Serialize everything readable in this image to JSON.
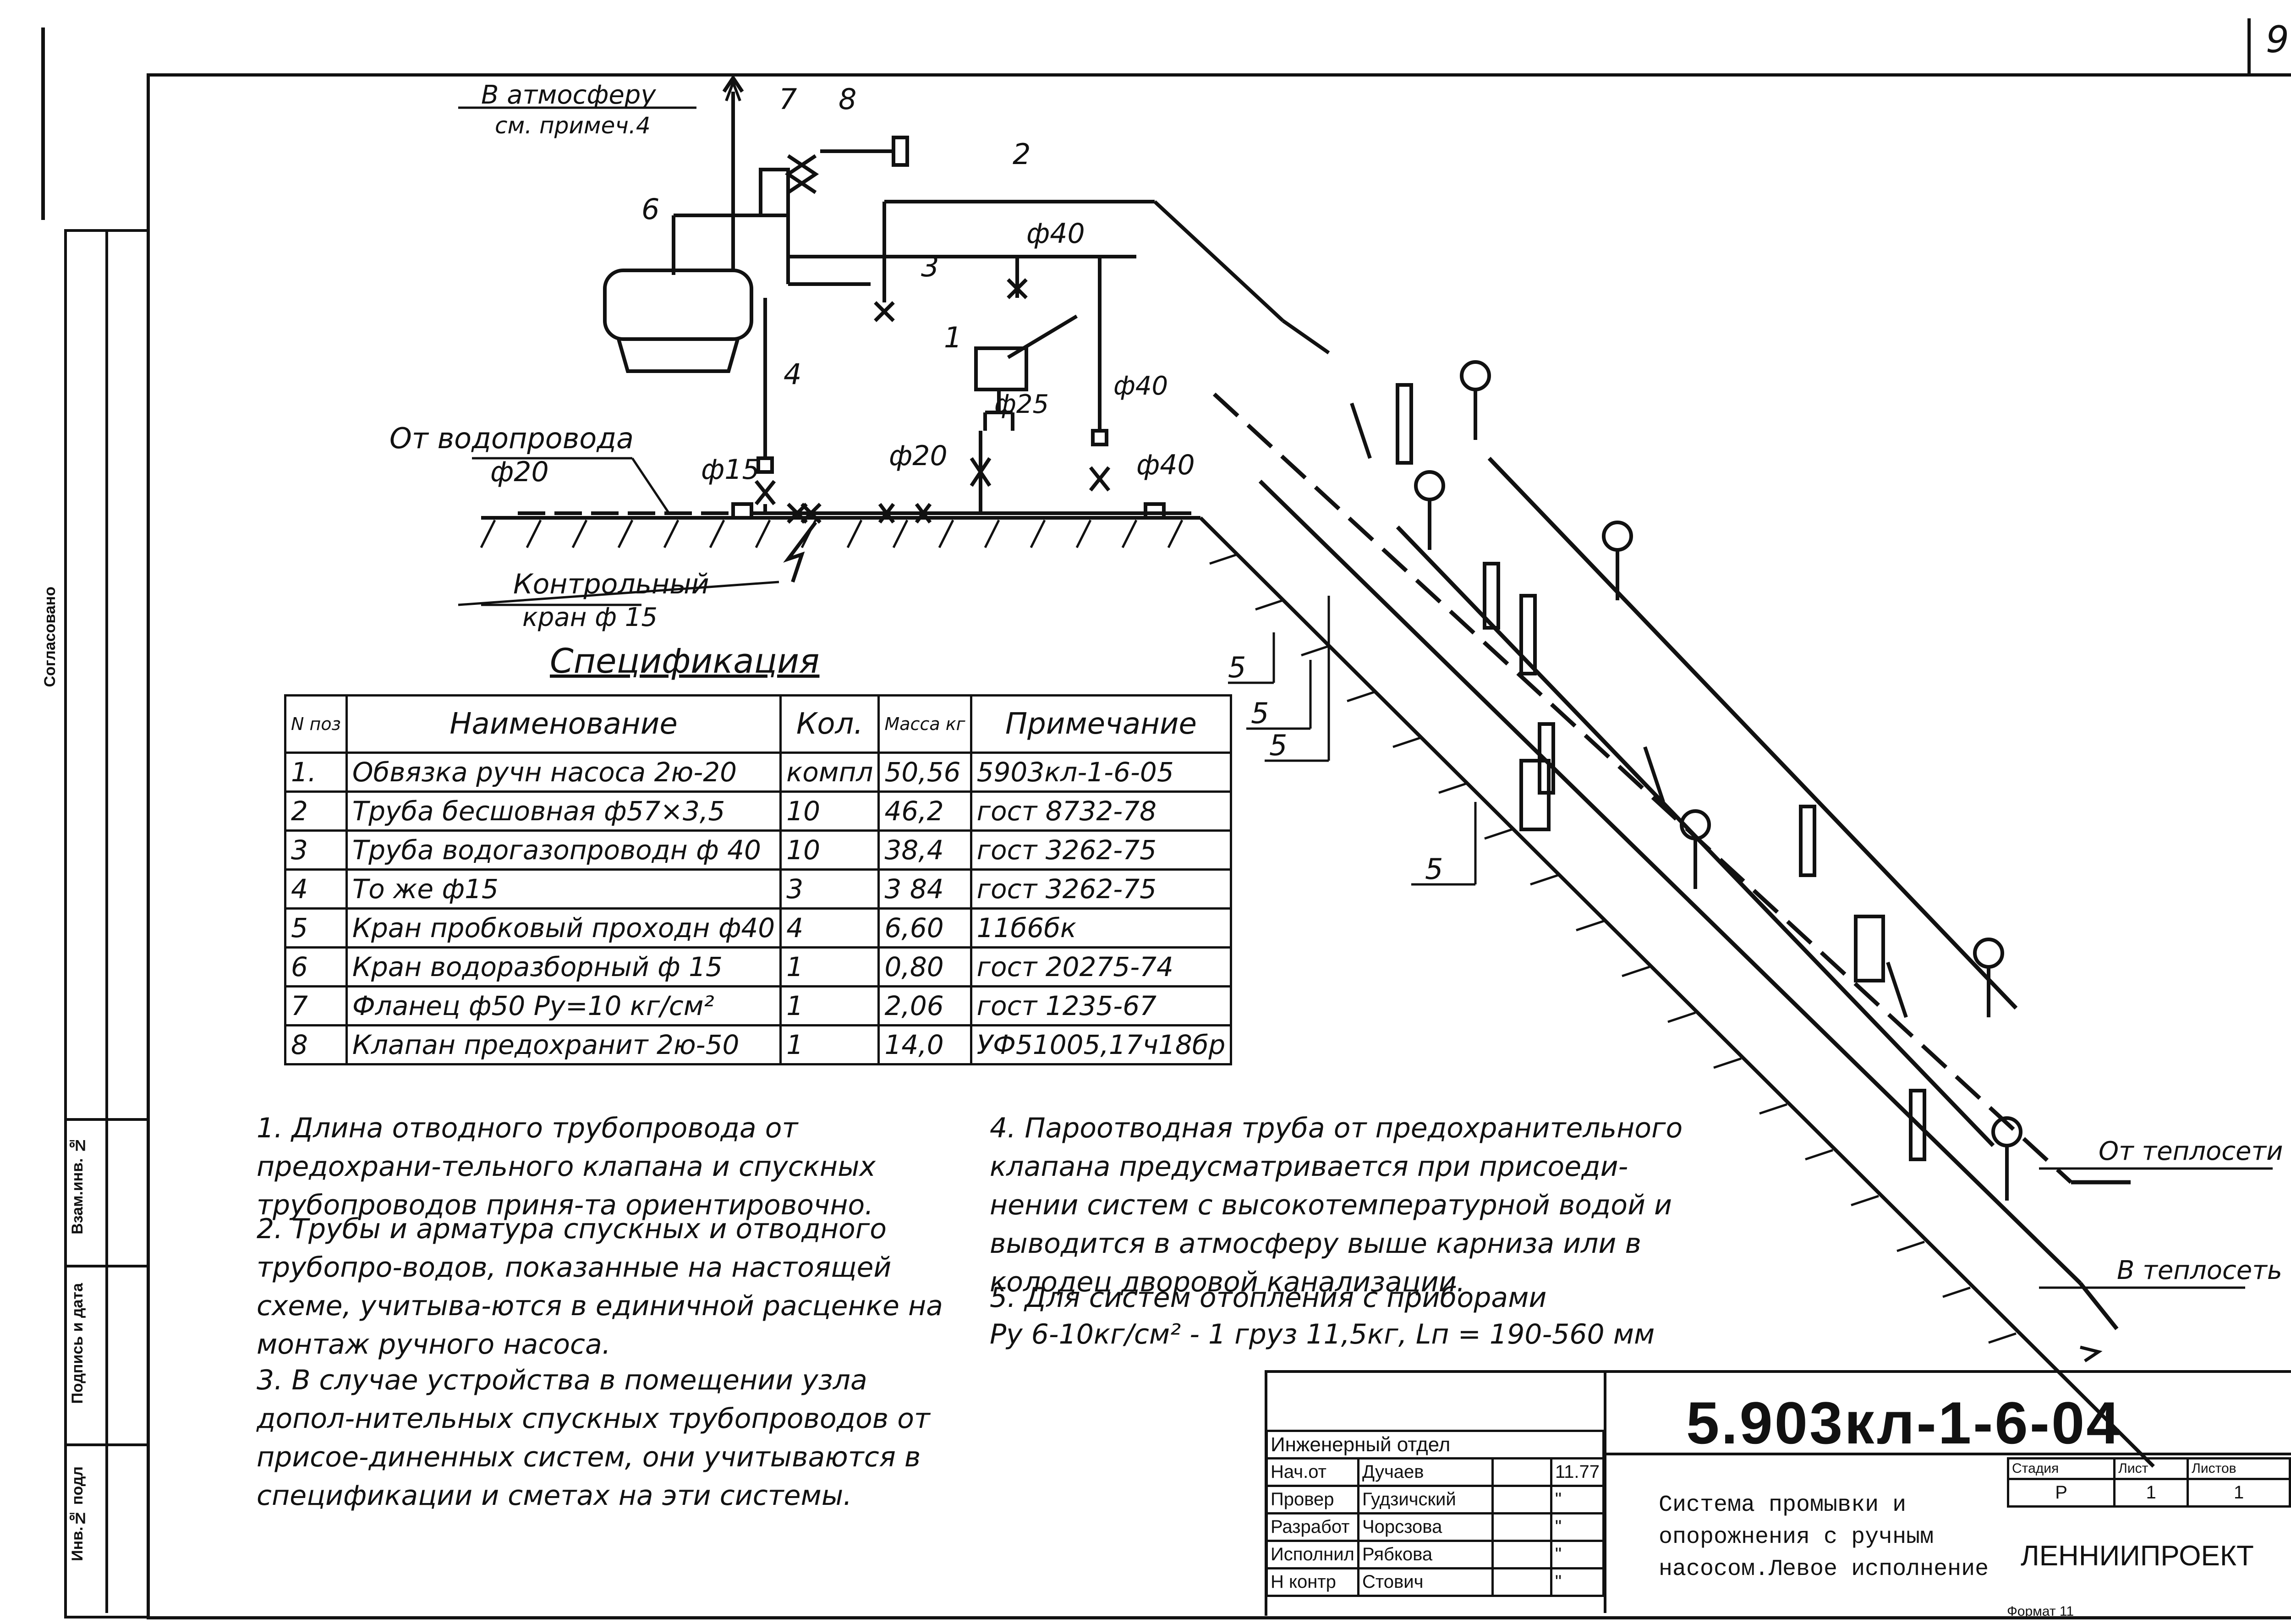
{
  "sheet_number": "9",
  "left_strip": {
    "approved": "Согласовано",
    "inv_replace": "Взам.инв. №",
    "sign_date": "Подпись и дата",
    "inv_orig": "Инв.№ подл"
  },
  "diagram_labels": {
    "to_atmosphere": "В атмосферу",
    "see_note": "см. примеч.4",
    "from_water": "От водопровода",
    "d20_water": "ф20",
    "control_valve_1": "Контрольный",
    "control_valve_2": "кран ф 15",
    "d15": "ф15",
    "d20": "ф20",
    "d40_top": "ф40",
    "d25": "ф25",
    "d40_mid": "ф40",
    "d40_right": "ф40",
    "from_heating": "От теплосети",
    "to_heating": "В теплосеть",
    "pos1": "1",
    "pos2": "2",
    "pos3": "3",
    "pos4": "4",
    "pos5": "5",
    "pos6": "6",
    "pos7": "7",
    "pos8": "8"
  },
  "spec_title": "Спецификация",
  "spec_headers": {
    "pos": "N поз",
    "name": "Наименование",
    "qty": "Кол.",
    "mass": "Масса кг",
    "note": "Примечание"
  },
  "spec_rows": [
    {
      "pos": "1.",
      "name": "Обвязка ручн насоса 2ю-20",
      "qty": "компл",
      "mass": "50,56",
      "note": "5903кл-1-6-05"
    },
    {
      "pos": "2",
      "name": "Труба бесшовная ф57×3,5",
      "qty": "10",
      "mass": "46,2",
      "note": "гост 8732-78"
    },
    {
      "pos": "3",
      "name": "Труба водогазопроводн ф 40",
      "qty": "10",
      "mass": "38,4",
      "note": "гост 3262-75"
    },
    {
      "pos": "4",
      "name": "То же ф15",
      "qty": "3",
      "mass": "3 84",
      "note": "гост 3262-75"
    },
    {
      "pos": "5",
      "name": "Кран пробковый проходн ф40",
      "qty": "4",
      "mass": "6,60",
      "note": "11б6бк"
    },
    {
      "pos": "6",
      "name": "Кран водоразборный ф 15",
      "qty": "1",
      "mass": "0,80",
      "note": "гост 20275-74"
    },
    {
      "pos": "7",
      "name": "Фланец ф50 Ру=10 кг/см²",
      "qty": "1",
      "mass": "2,06",
      "note": "гост 1235-67"
    },
    {
      "pos": "8",
      "name": "Клапан предохранит 2ю-50",
      "qty": "1",
      "mass": "14,0",
      "note": "УФ51005,17ч18бр"
    }
  ],
  "notes": {
    "n1": "1. Длина отводного трубопровода от предохрани-тельного клапана и спускных трубопроводов приня-та ориентировочно.",
    "n2": "2. Трубы и арматура спускных и отводного трубопро-водов, показанные на настоящей схеме, учитыва-ются в единичной расценке на монтаж ручного насоса.",
    "n3": "3. В случае устройства в помещении узла допол-нительных спускных трубопроводов от присое-диненных систем, они учитываются в спецификации и сметах на эти системы.",
    "n4": "4. Пароотводная труба от предохранительного клапана предусматривается при присоеди-нении систем с высокотемпературной водой и выводится в атмосферу выше карниза или в колодец дворовой канализации.",
    "n5a": "5. Для систем отопления с приборами",
    "n5b": "Ру 6-10кг/см² - 1 груз 11,5кг, Lп = 190-560 мм"
  },
  "title_block": {
    "code": "5.903кл-1-6-04",
    "dept": "Инженерный отдел",
    "roles": [
      {
        "role": "Нач.от",
        "name": "Дучаев",
        "date": "11.77"
      },
      {
        "role": "Провер",
        "name": "Гудзичский",
        "date": "\""
      },
      {
        "role": "Разработ",
        "name": "Чорсзова",
        "date": "\""
      },
      {
        "role": "Исполнил",
        "name": "Рябкова",
        "date": "\""
      },
      {
        "role": "Н контр",
        "name": "Стович",
        "date": "\""
      }
    ],
    "title": "Система промывки и опорожнения с ручным насосом.Левое исполнение",
    "stage_h": "Стадия",
    "sheet_h": "Лист",
    "sheets_h": "Листов",
    "stage": "Р",
    "sheet": "1",
    "sheets": "1",
    "org": "ЛЕННИИПРОЕКТ",
    "format": "Формат 11"
  }
}
